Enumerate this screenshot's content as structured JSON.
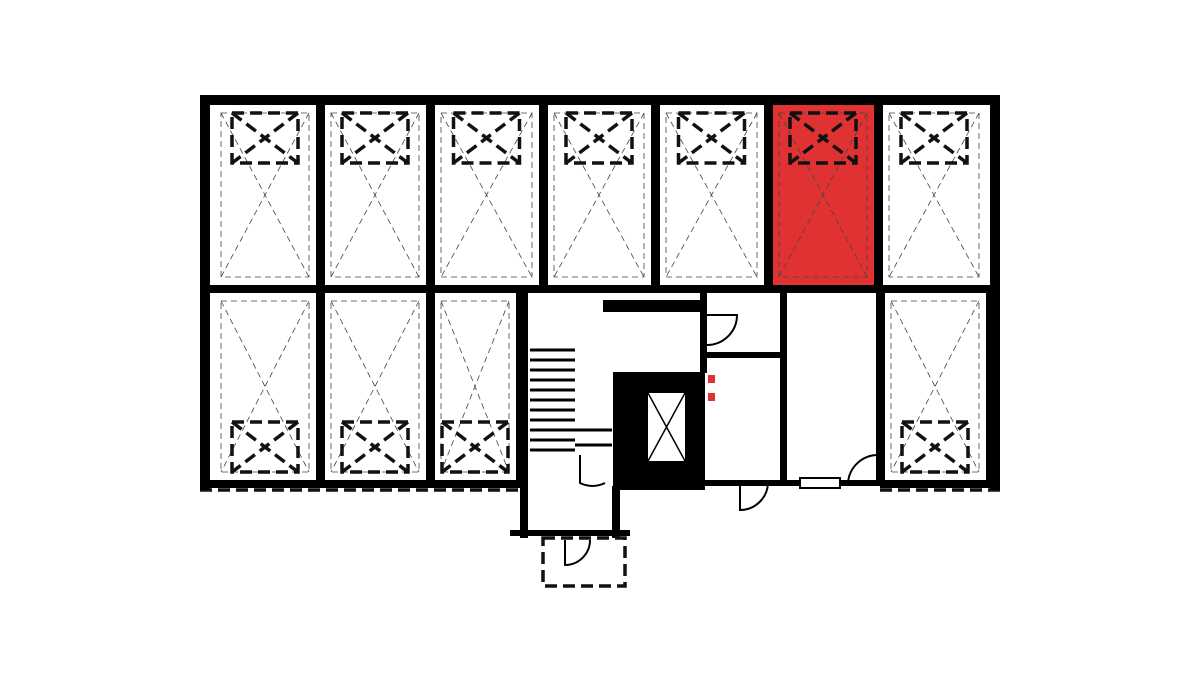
{
  "plan": {
    "highlight_color": "#e03232",
    "wall_color": "#000000",
    "top_row_units": [
      {
        "id": "unit-1",
        "highlighted": false
      },
      {
        "id": "unit-2",
        "highlighted": false
      },
      {
        "id": "unit-3",
        "highlighted": false
      },
      {
        "id": "unit-4",
        "highlighted": false
      },
      {
        "id": "unit-5",
        "highlighted": false
      },
      {
        "id": "unit-6",
        "highlighted": true
      },
      {
        "id": "unit-7",
        "highlighted": false
      }
    ],
    "bottom_row_units": [
      {
        "id": "unit-8",
        "highlighted": false
      },
      {
        "id": "unit-9",
        "highlighted": false
      },
      {
        "id": "unit-10",
        "highlighted": false
      },
      {
        "id": "unit-11",
        "highlighted": false
      }
    ]
  }
}
